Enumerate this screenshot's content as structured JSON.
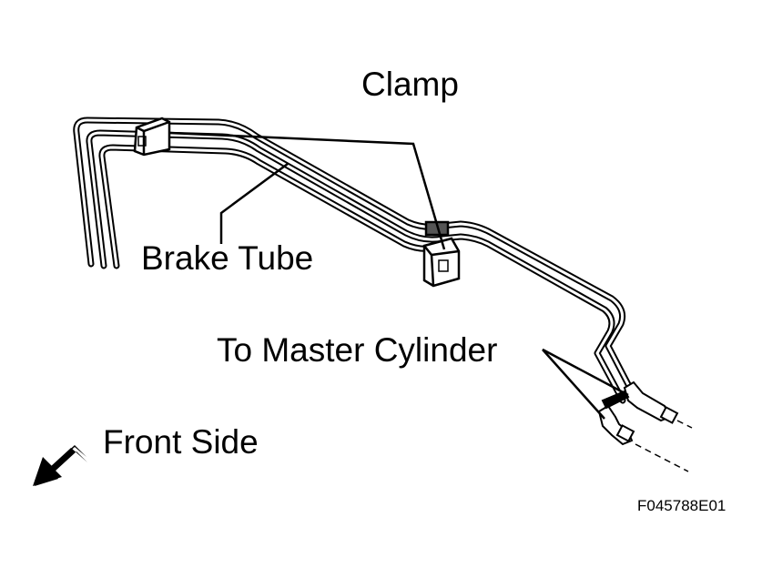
{
  "labels": {
    "clamp": "Clamp",
    "brake_tube": "Brake Tube",
    "to_master_cylinder": "To Master Cylinder",
    "front_side": "Front Side",
    "figure_code": "F045788E01"
  },
  "colors": {
    "ink": "#000000",
    "background": "#ffffff"
  }
}
